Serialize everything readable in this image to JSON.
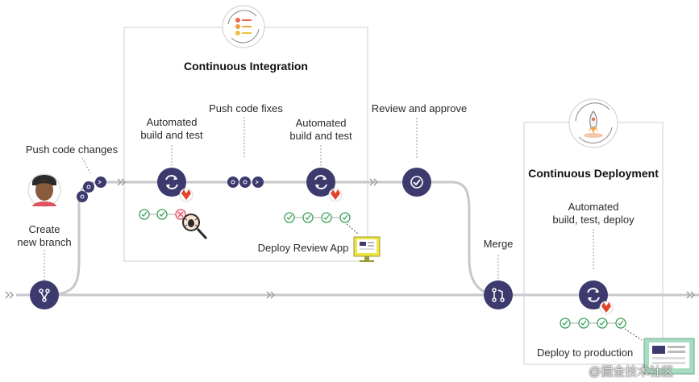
{
  "ci": {
    "title": "Continuous Integration"
  },
  "cd": {
    "title": "Continuous Deployment"
  },
  "labels": {
    "push_code_changes": "Push code changes",
    "create_branch_1": "Create",
    "create_branch_2": "new branch",
    "automated_1": "Automated",
    "build_and_test": "build and test",
    "push_code_fixes": "Push code fixes",
    "review_and_approve": "Review and approve",
    "deploy_review_app": "Deploy Review App",
    "merge": "Merge",
    "automated_cd": "Automated",
    "build_test_deploy": "build, test, deploy",
    "deploy_to_production": "Deploy to production"
  },
  "watermark": "@掘金技术社区",
  "colors": {
    "node": "#3d3a6e",
    "track": "#c7c7cc",
    "check": "#3aa15a",
    "fail": "#e05260",
    "box_border": "#cfcfcf",
    "gitlab": "#e2432a"
  },
  "icons": [
    "avatar-icon",
    "branch-icon",
    "commit-icon",
    "refresh-icon",
    "check-icon",
    "merge-icon",
    "magnifier-bug-icon",
    "monitor-icon",
    "rocket-icon",
    "pipeline-icon",
    "gitlab-icon"
  ]
}
